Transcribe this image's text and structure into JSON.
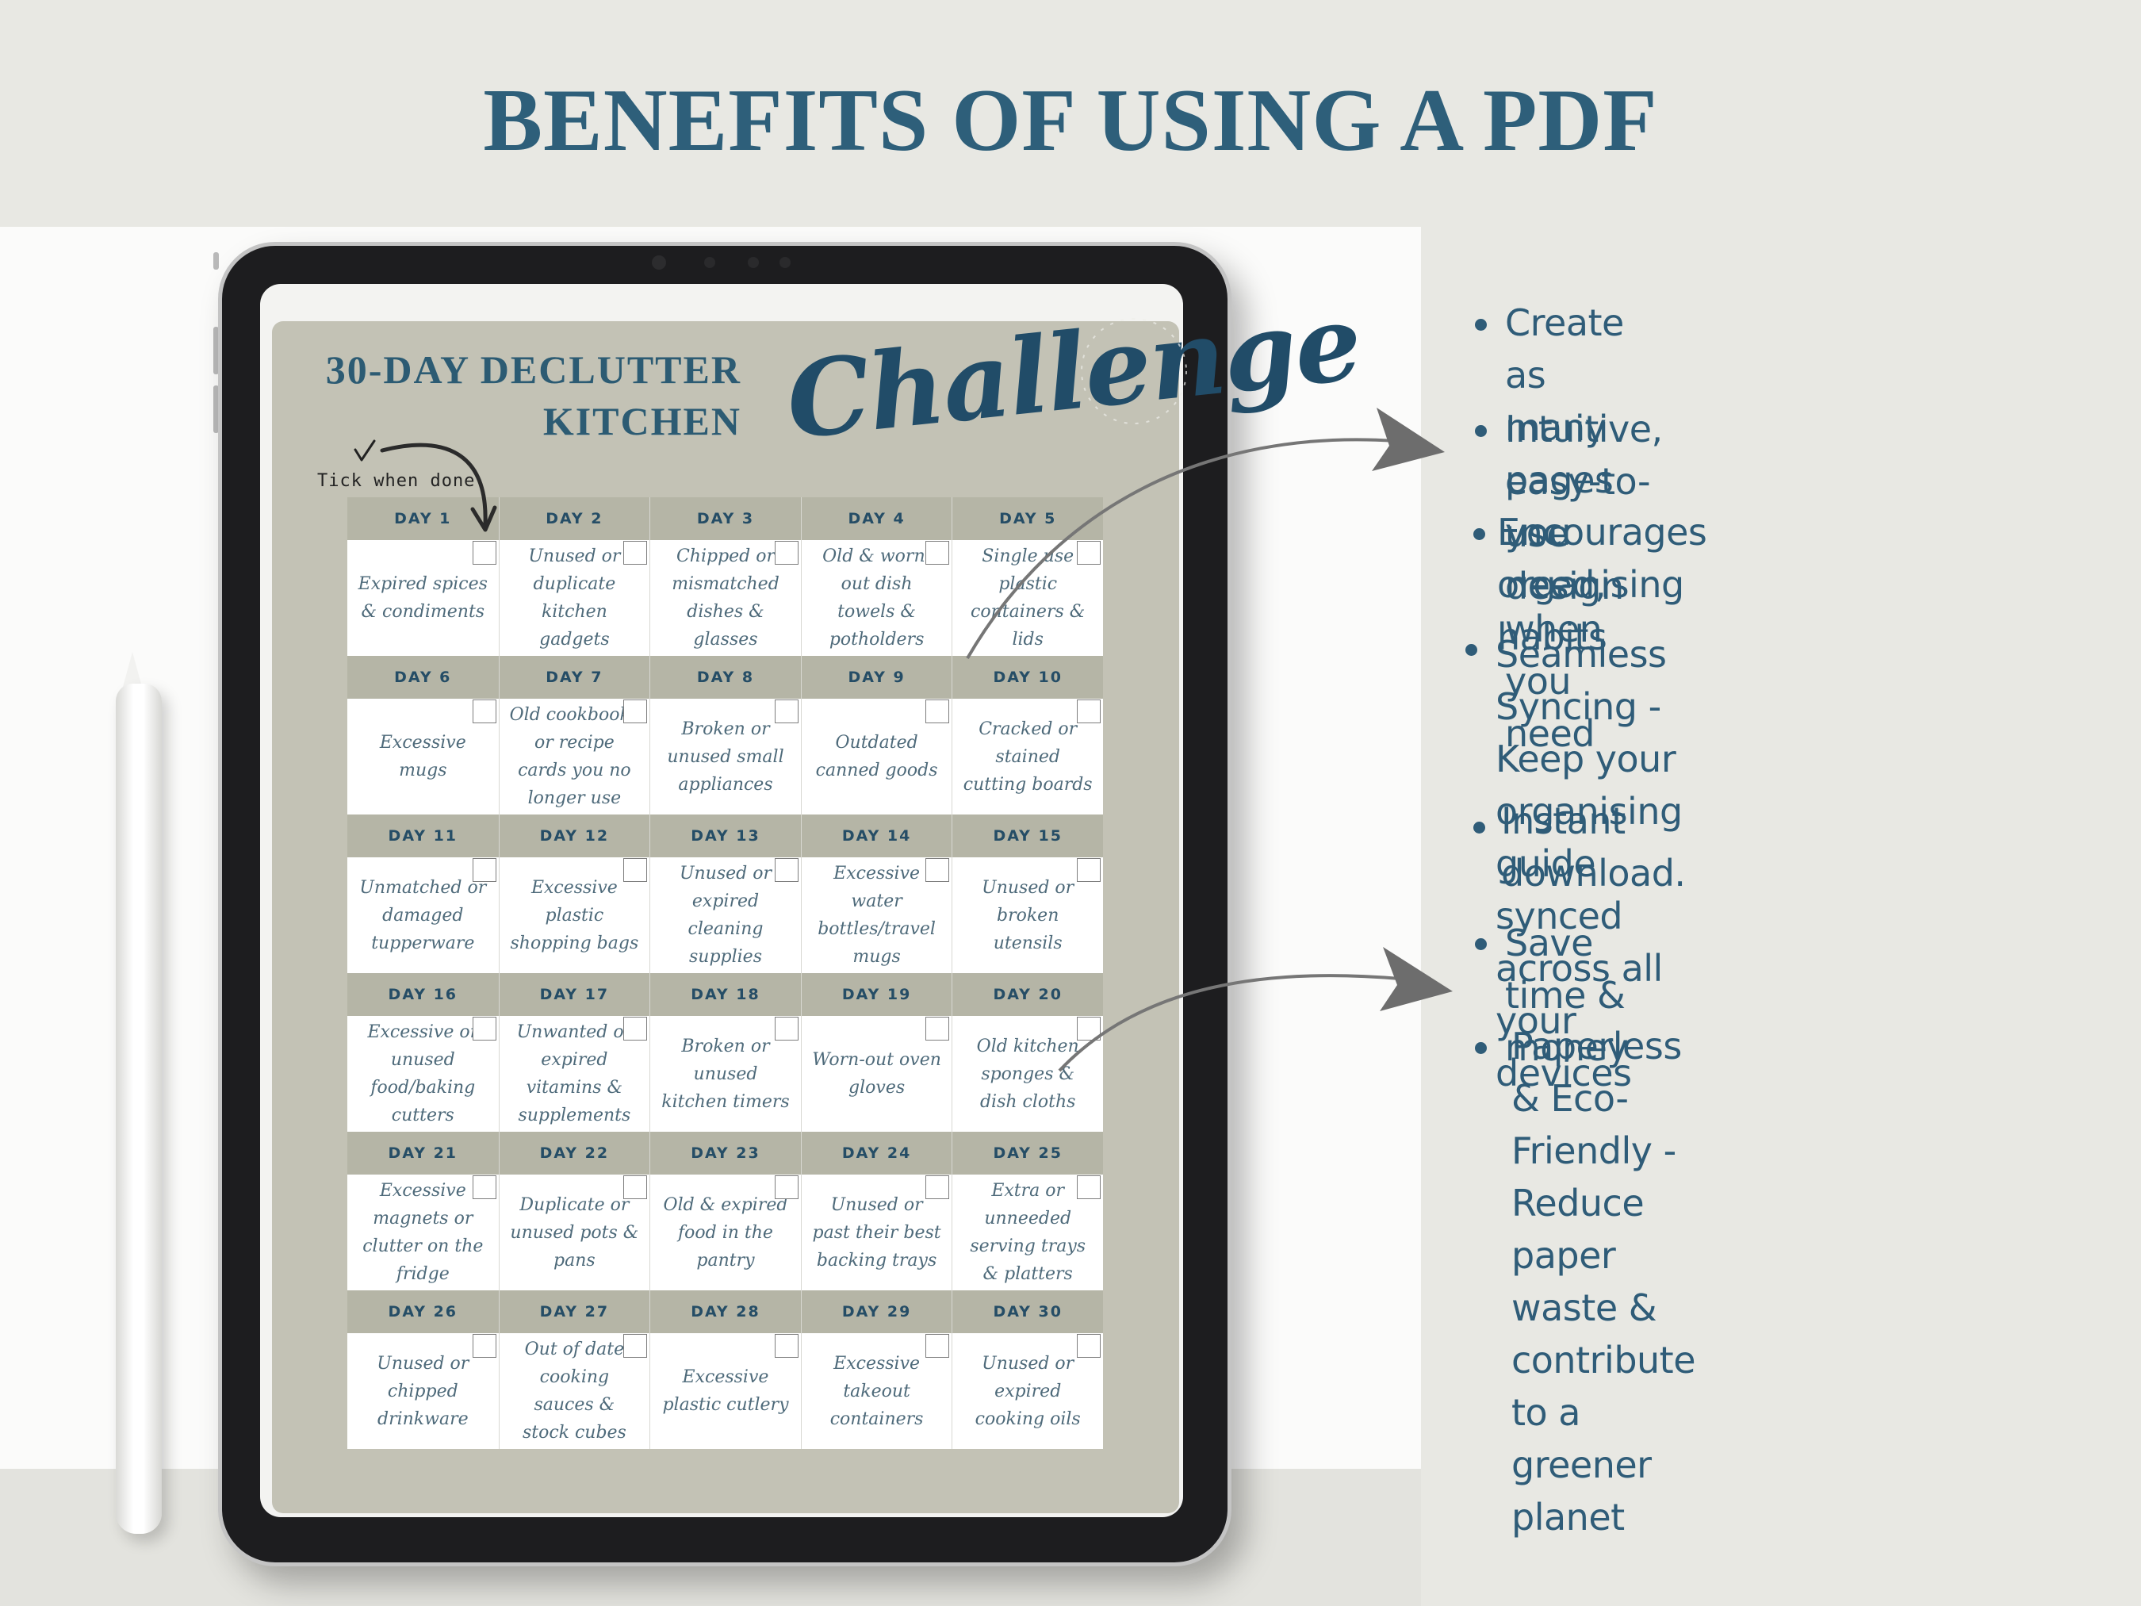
{
  "headline": "BENEFITS OF USING A PDF",
  "planner": {
    "title_line1": "30-DAY DECLUTTER",
    "title_line2": "KITCHEN",
    "title_script": "Challenge",
    "tick_note": "Tick when done",
    "days": [
      {
        "day": "DAY 1",
        "task": "Expired spices & condiments"
      },
      {
        "day": "DAY 2",
        "task": "Unused or duplicate kitchen gadgets"
      },
      {
        "day": "DAY 3",
        "task": "Chipped or mismatched dishes & glasses"
      },
      {
        "day": "DAY 4",
        "task": "Old & worn-out dish towels & potholders"
      },
      {
        "day": "DAY 5",
        "task": "Single use plastic containers & lids"
      },
      {
        "day": "DAY 6",
        "task": "Excessive mugs"
      },
      {
        "day": "DAY 7",
        "task": "Old cookbooks or recipe cards you no longer use"
      },
      {
        "day": "DAY 8",
        "task": "Broken or unused small appliances"
      },
      {
        "day": "DAY 9",
        "task": "Outdated canned goods"
      },
      {
        "day": "DAY 10",
        "task": "Cracked or stained cutting boards"
      },
      {
        "day": "DAY 11",
        "task": "Unmatched or damaged tupperware"
      },
      {
        "day": "DAY 12",
        "task": "Excessive plastic shopping bags"
      },
      {
        "day": "DAY 13",
        "task": "Unused or expired cleaning supplies"
      },
      {
        "day": "DAY 14",
        "task": "Excessive water bottles/travel mugs"
      },
      {
        "day": "DAY 15",
        "task": "Unused or broken utensils"
      },
      {
        "day": "DAY 16",
        "task": "Excessive or unused food/baking cutters"
      },
      {
        "day": "DAY 17",
        "task": "Unwanted or expired vitamins & supplements"
      },
      {
        "day": "DAY 18",
        "task": "Broken or unused kitchen timers"
      },
      {
        "day": "DAY 19",
        "task": "Worn-out oven gloves"
      },
      {
        "day": "DAY 20",
        "task": "Old kitchen sponges & dish cloths"
      },
      {
        "day": "DAY 21",
        "task": "Excessive magnets or clutter on the fridge"
      },
      {
        "day": "DAY 22",
        "task": "Duplicate or unused pots & pans"
      },
      {
        "day": "DAY 23",
        "task": "Old & expired food in the pantry"
      },
      {
        "day": "DAY 24",
        "task": "Unused or past their best backing trays"
      },
      {
        "day": "DAY 25",
        "task": "Extra or unneeded serving trays & platters"
      },
      {
        "day": "DAY 26",
        "task": "Unused or chipped drinkware"
      },
      {
        "day": "DAY 27",
        "task": "Out of date cooking sauces & stock cubes"
      },
      {
        "day": "DAY 28",
        "task": "Excessive plastic cutlery"
      },
      {
        "day": "DAY 29",
        "task": "Excessive takeout containers"
      },
      {
        "day": "DAY 30",
        "task": "Unused or expired cooking oils"
      }
    ]
  },
  "benefits": [
    {
      "line1": "Create as many pages you need,",
      "line2": "when you need"
    },
    {
      "line1": "Intuitive, easy-to-use design"
    },
    {
      "line1": "Encourages organising habits"
    },
    {
      "line1": "Seamless Syncing - Keep your",
      "line2": "organising guide synced across all your",
      "line3": "devices"
    },
    {
      "line1": "Instant download."
    },
    {
      "line1": "Save time & money"
    },
    {
      "line1": "Paperless & Eco-Friendly - Reduce",
      "line2": "paper waste & contribute to a greener",
      "line3": "planet"
    }
  ],
  "colors": {
    "accent": "#2f5c78",
    "planner_bg": "#c3c2b5",
    "day_bar": "#b5b5a6"
  }
}
